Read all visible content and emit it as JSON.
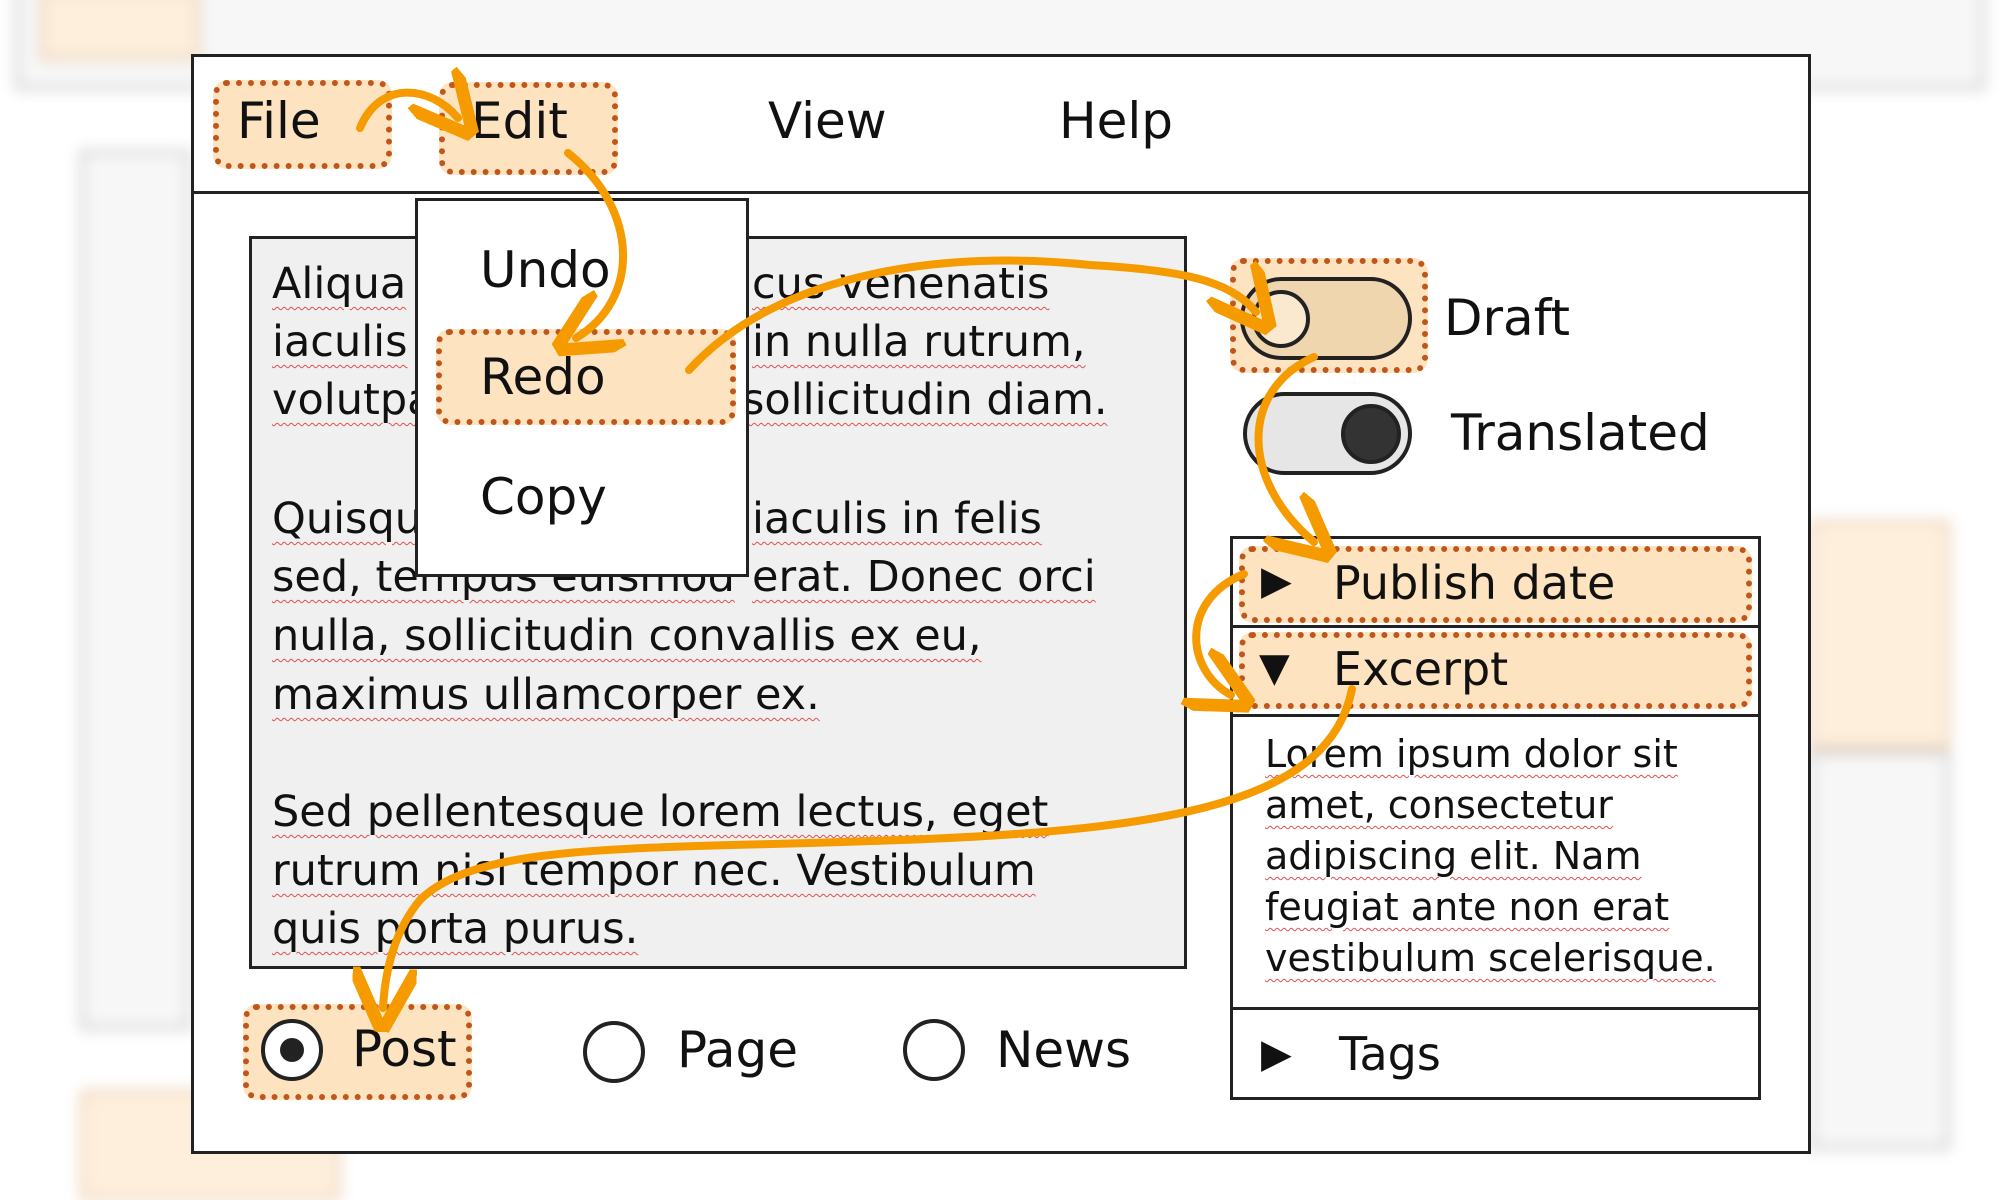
{
  "menubar": {
    "items": [
      {
        "label": "File",
        "highlighted": true
      },
      {
        "label": "Edit",
        "highlighted": true
      },
      {
        "label": "View"
      },
      {
        "label": "Help"
      }
    ]
  },
  "edit_menu": {
    "items": [
      {
        "label": "Undo"
      },
      {
        "label": "Redo",
        "highlighted": true
      },
      {
        "label": "Copy"
      }
    ]
  },
  "editor": {
    "lines": [
      {
        "left": "Aliqua",
        "right": "cus venenatis"
      },
      {
        "left": "iaculis",
        "right": "in nulla rutrum,"
      },
      {
        "left": "volutpa",
        "right": "sollicitudin diam."
      },
      {
        "left": "Quisqu",
        "right": "iaculis in felis"
      },
      {
        "left": "sed, tempus euismod",
        "right": "erat. Donec orci"
      },
      {
        "left": "nulla, sollicitudin convallis ex eu,"
      },
      {
        "left": "maximus ullamcorper ex."
      },
      {
        "left": "Sed pellentesque lorem lectus, eget"
      },
      {
        "left": "rutrum nisl tempor nec. Vestibulum"
      },
      {
        "left": "quis porta purus."
      }
    ]
  },
  "toggles": [
    {
      "label": "Draft",
      "on": false,
      "highlighted": true
    },
    {
      "label": "Translated",
      "on": true
    }
  ],
  "accordion": {
    "sections": [
      {
        "label": "Publish date",
        "expanded": false,
        "highlighted": true
      },
      {
        "label": "Excerpt",
        "expanded": true,
        "highlighted": true
      },
      {
        "label": "Tags",
        "expanded": false
      }
    ],
    "excerpt_lines": [
      "Lorem ipsum dolor sit",
      "amet, consectetur",
      "adipiscing elit. Nam",
      "feugiat ante non erat",
      "vestibulum scelerisque."
    ]
  },
  "post_type": {
    "options": [
      {
        "label": "Post",
        "selected": true
      },
      {
        "label": "Page",
        "selected": false
      },
      {
        "label": "News",
        "selected": false
      }
    ]
  },
  "colors": {
    "accent": "#f59b00",
    "highlight_fill": "#fde3c0",
    "highlight_border": "#c0561a",
    "editor_bg": "#f0f0f0"
  }
}
